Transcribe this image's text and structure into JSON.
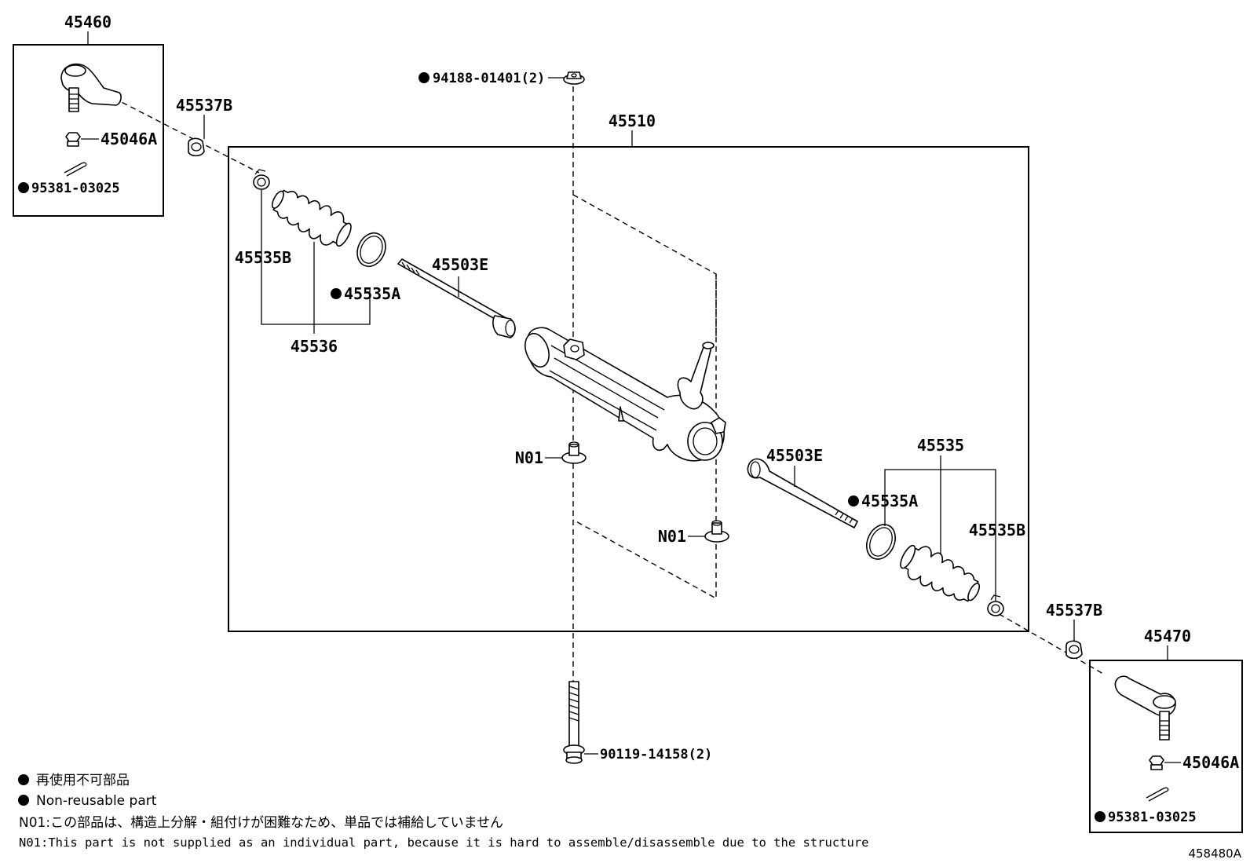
{
  "parts": {
    "tie_rod_end_lh": "45460",
    "tie_rod_end_rh": "45470",
    "nut_lh": "45046A",
    "nut_rh": "45046A",
    "cotter_pin_lh": "95381-03025",
    "cotter_pin_rh": "95381-03025",
    "clip_outer_lh": "45537B",
    "clip_outer_rh": "45537B",
    "gear_assembly": "45510",
    "nut_top": "94188-01401(2)",
    "bolt_bottom": "90119-14158(2)",
    "boot_clamp_lh": "45535B",
    "boot_clamp_rh": "45535B",
    "boot_band_lh": "45535A",
    "boot_band_rh": "45535A",
    "boot_kit_lh": "45536",
    "boot_kit_rh": "45535",
    "tie_rod_lh": "45503E",
    "tie_rod_rh": "45503E",
    "bushing_top": "N01",
    "bushing_bottom": "N01"
  },
  "legend": {
    "non_reusable_jp": "再使用不可部品",
    "non_reusable_en": "Non-reusable part",
    "n01_note_jp": "N01:この部品は、構造上分解・組付けが困難なため、単品では補給していません",
    "n01_note_en": "N01:This part is not supplied as an individual part, because it is hard to assemble/disassemble due to the structure"
  },
  "figure_id": "458480A"
}
